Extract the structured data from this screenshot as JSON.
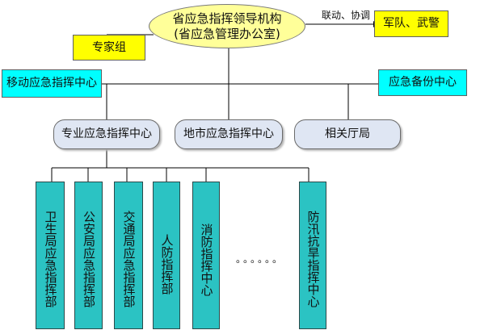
{
  "root": {
    "line1": "省应急指挥领导机构",
    "line2": "(省应急管理办公室)"
  },
  "expert_group": "专家组",
  "link_note": "联动、协调",
  "military_police": "军队、武警",
  "mobile_center": "移动应急指挥中心",
  "backup_center": "应急备份中心",
  "level2": [
    "专业应急指挥中心",
    "地市应急指挥中心",
    "相关厅局"
  ],
  "level3": [
    "卫生局应急指挥部",
    "公安局应急指挥部",
    "交通局应急指挥部",
    "人防指挥部",
    "消防指挥中心",
    "防汛抗旱指挥中心"
  ],
  "ellipsis": "。。。。。。",
  "colors": {
    "root_fill": "#ffff99",
    "yellow": "#ffff00",
    "cyan": "#00ffff",
    "pill_fill": "#dfe6f3",
    "column_fill": "#2bc3c3"
  }
}
